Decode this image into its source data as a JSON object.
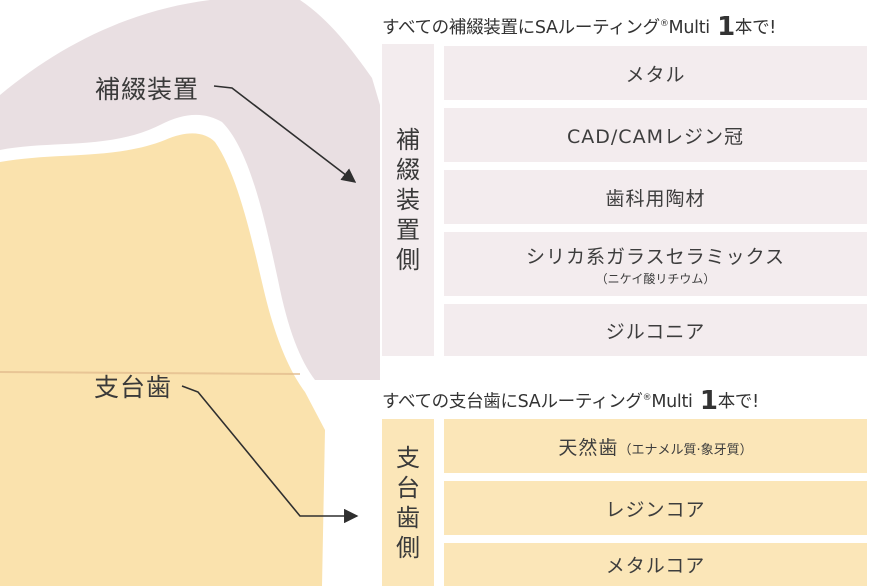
{
  "colors": {
    "prosthetic_panel": "#f3ecee",
    "abutment_panel": "#fbe6b8",
    "crown_shape": "#e9dfe2",
    "tooth_shape": "#fae2ad"
  },
  "labels": {
    "prosthesis": "補綴装置",
    "abutment_tooth": "支台歯"
  },
  "prosthetic_section": {
    "title_prefix": "すべての補綴装置にSAルーティング",
    "title_reg": "®",
    "title_brand": "Multi",
    "title_num": "1",
    "title_suffix": "本で!",
    "side_chars": [
      "補",
      "綴",
      "装",
      "置",
      "側"
    ],
    "rows": [
      {
        "label": "メタル"
      },
      {
        "label": "CAD/CAMレジン冠"
      },
      {
        "label": "歯科用陶材"
      },
      {
        "label": "シリカ系ガラスセラミックス",
        "sub": "（ニケイ酸リチウム）"
      },
      {
        "label": "ジルコニア"
      }
    ]
  },
  "abutment_section": {
    "title_prefix": "すべての支台歯にSAルーティング",
    "title_reg": "®",
    "title_brand": "Multi",
    "title_num": "1",
    "title_suffix": "本で!",
    "side_chars": [
      "支",
      "台",
      "歯",
      "側"
    ],
    "rows": [
      {
        "label": "天然歯",
        "inline_sub": "（エナメル質·象牙質）"
      },
      {
        "label": "レジンコア"
      },
      {
        "label": "メタルコア"
      }
    ]
  }
}
